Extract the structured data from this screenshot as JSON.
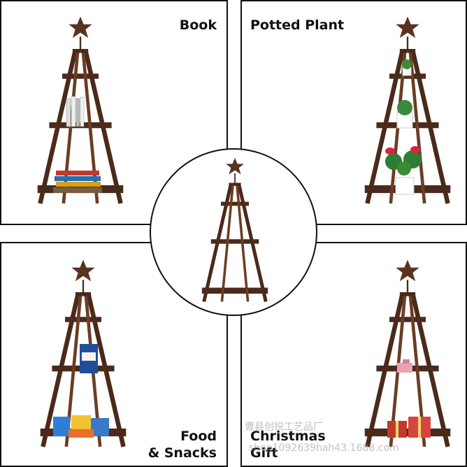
{
  "panels": {
    "top_left": {
      "label": "Book"
    },
    "top_right": {
      "label": "Potted Plant"
    },
    "bottom_left": {
      "label_line1": "Food",
      "label_line2": "& Snacks"
    },
    "bottom_right": {
      "label_line1": "Christmas",
      "label_line2": "Gift"
    }
  },
  "watermark": {
    "line1": "曹县创锐工艺品厂",
    "line2": "shop1092639hah43.1688.com"
  },
  "colors": {
    "wood": "#4a2a1a",
    "wood_light": "#6b3d24",
    "star": "#5a3320",
    "border": "#111111"
  }
}
